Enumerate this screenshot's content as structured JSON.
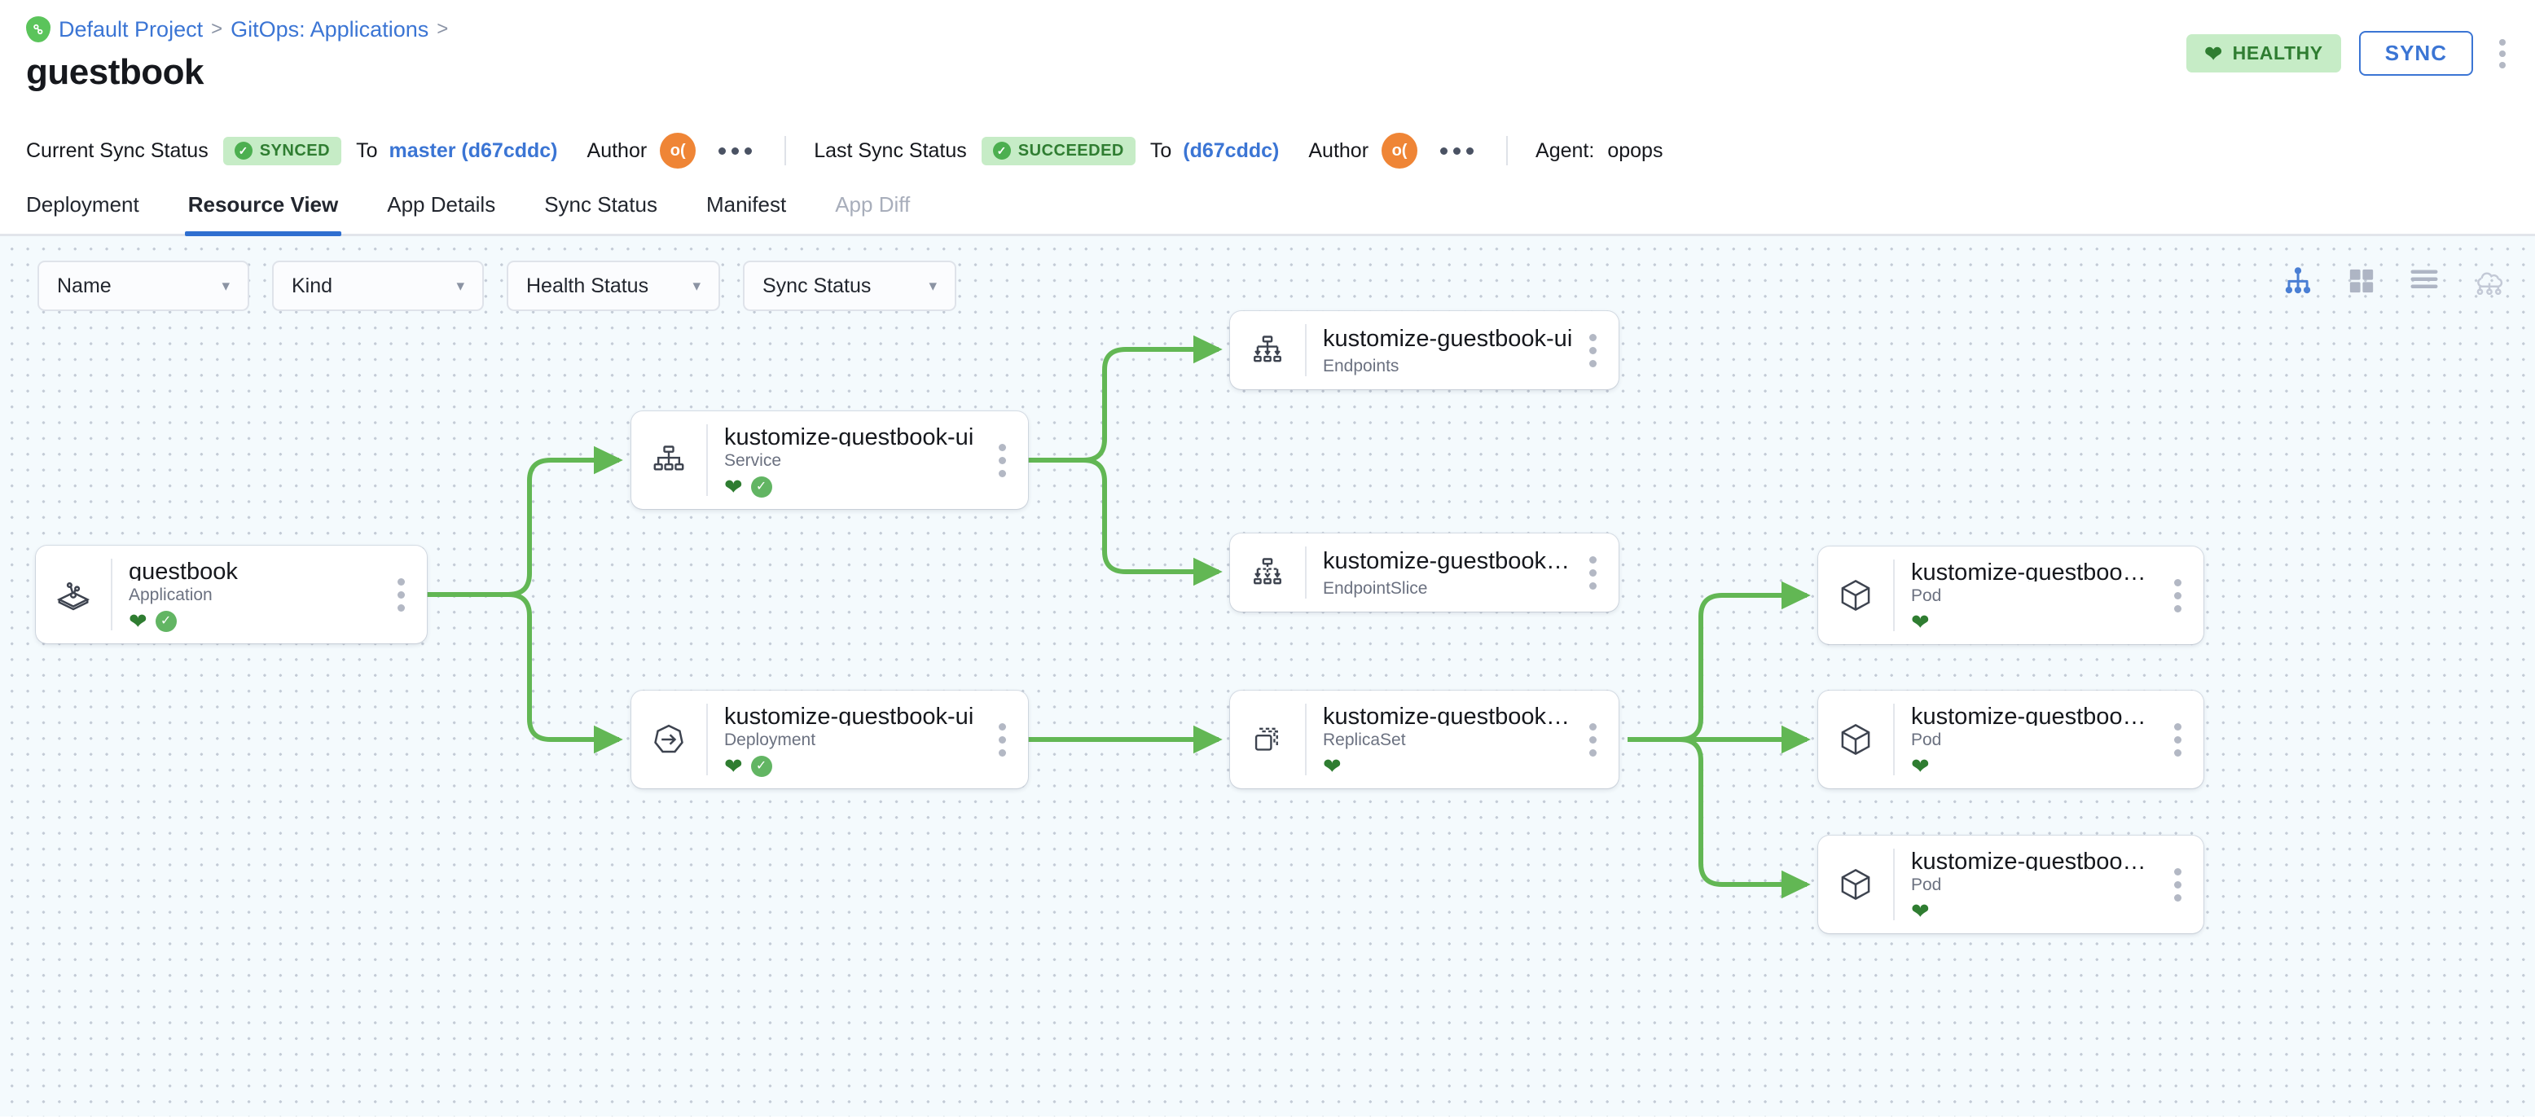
{
  "breadcrumb": {
    "logo_icon": "argo-project-icon",
    "items": [
      {
        "label": "Default Project",
        "link": true
      },
      {
        "label": "GitOps: Applications",
        "link": true
      }
    ],
    "separator": ">"
  },
  "header": {
    "title": "guestbook",
    "health_badge": {
      "label": "HEALTHY",
      "icon": "heart-icon",
      "color": "#2f7d31",
      "bg": "#c6ecc6"
    },
    "sync_button": {
      "label": "SYNC",
      "color": "#3b75d4"
    },
    "overflow_icon": "kebab-vertical-icon"
  },
  "status": {
    "current_sync_label": "Current Sync Status",
    "current_sync_badge": "SYNCED",
    "current_to_label": "To",
    "current_revision": "master (d67cddc)",
    "current_author_label": "Author",
    "current_author_initials": "o(",
    "last_sync_label": "Last Sync Status",
    "last_sync_badge": "SUCCEEDED",
    "last_to_label": "To",
    "last_revision": "(d67cddc)",
    "last_author_label": "Author",
    "last_author_initials": "o(",
    "agent_label": "Agent:",
    "agent_value": "opops",
    "check_icon": "check-circle-icon",
    "more_icon": "kebab-horizontal-icon"
  },
  "tabs": [
    {
      "label": "Deployment",
      "active": false,
      "disabled": false
    },
    {
      "label": "Resource View",
      "active": true,
      "disabled": false
    },
    {
      "label": "App Details",
      "active": false,
      "disabled": false
    },
    {
      "label": "Sync Status",
      "active": false,
      "disabled": false
    },
    {
      "label": "Manifest",
      "active": false,
      "disabled": false
    },
    {
      "label": "App Diff",
      "active": false,
      "disabled": true
    }
  ],
  "filters": [
    {
      "label": "Name",
      "icon": "chevron-down-icon"
    },
    {
      "label": "Kind",
      "icon": "chevron-down-icon"
    },
    {
      "label": "Health Status",
      "icon": "chevron-down-icon"
    },
    {
      "label": "Sync Status",
      "icon": "chevron-down-icon"
    }
  ],
  "view_modes": [
    {
      "name": "tree-view-icon",
      "active": true
    },
    {
      "name": "grid-view-icon",
      "active": false
    },
    {
      "name": "list-view-icon",
      "active": false
    },
    {
      "name": "network-view-icon",
      "active": false
    }
  ],
  "graph": {
    "edge_color": "#62b754",
    "nodes": [
      {
        "id": "app",
        "title": "guestbook",
        "kind": "Application",
        "icon": "application-icon",
        "health": true,
        "synced": true
      },
      {
        "id": "service",
        "title": "kustomize-guestbook-ui",
        "kind": "Service",
        "icon": "service-icon",
        "health": true,
        "synced": true
      },
      {
        "id": "endpoints",
        "title": "kustomize-guestbook-ui",
        "kind": "Endpoints",
        "icon": "endpoints-icon",
        "health": false,
        "synced": false
      },
      {
        "id": "endpointslice",
        "title": "kustomize-guestbook-ui-…",
        "kind": "EndpointSlice",
        "icon": "endpointslice-icon",
        "health": false,
        "synced": false
      },
      {
        "id": "deployment",
        "title": "kustomize-guestbook-ui",
        "kind": "Deployment",
        "icon": "deployment-icon",
        "health": true,
        "synced": true
      },
      {
        "id": "replicaset",
        "title": "kustomize-guestbook-ui-…",
        "kind": "ReplicaSet",
        "icon": "replicaset-icon",
        "health": true,
        "synced": false
      },
      {
        "id": "pod1",
        "title": "kustomize-guestbook-ui-…",
        "kind": "Pod",
        "icon": "pod-icon",
        "health": true,
        "synced": false
      },
      {
        "id": "pod2",
        "title": "kustomize-guestbook-ui-…",
        "kind": "Pod",
        "icon": "pod-icon",
        "health": true,
        "synced": false
      },
      {
        "id": "pod3",
        "title": "kustomize-guestbook-ui-…",
        "kind": "Pod",
        "icon": "pod-icon",
        "health": true,
        "synced": false
      }
    ]
  }
}
